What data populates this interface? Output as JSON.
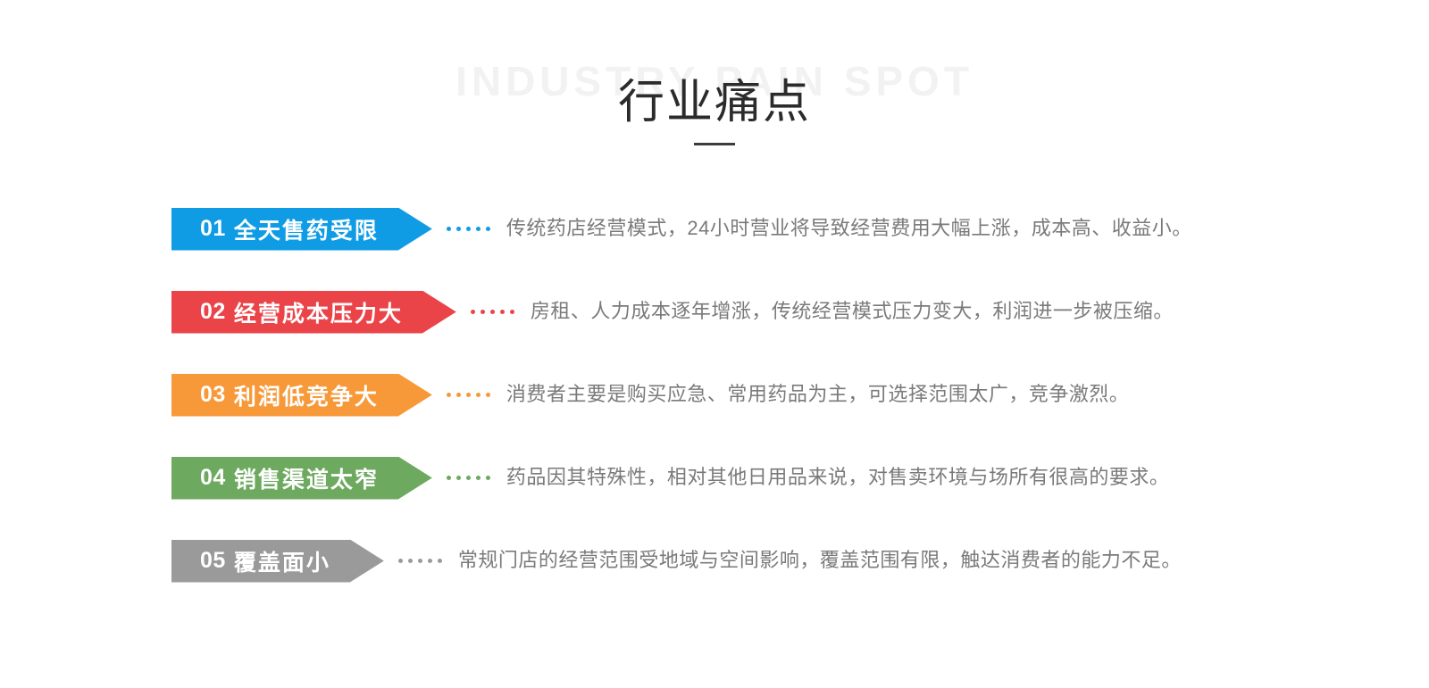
{
  "header": {
    "title_en": "INDUSTRY PAIN SPOT",
    "title_cn": "行业痛点",
    "rule_color": "#3c3c3c",
    "watermark_color": "#f2f2f2"
  },
  "rows": [
    {
      "number": "01",
      "label": "全天售药受限",
      "description": "传统药店经营模式，24小时营业将导致经营费用大幅上涨，成本高、收益小。",
      "color": "#109ce5",
      "dots": 5
    },
    {
      "number": "02",
      "label": "经营成本压力大",
      "description": "房租、人力成本逐年增涨，传统经营模式压力变大，利润进一步被压缩。",
      "color": "#ea4449",
      "dots": 5
    },
    {
      "number": "03",
      "label": "利润低竞争大",
      "description": "消费者主要是购买应急、常用药品为主，可选择范围太广，竞争激烈。",
      "color": "#f79939",
      "dots": 5
    },
    {
      "number": "04",
      "label": "销售渠道太窄",
      "description": "药品因其特殊性，相对其他日用品来说，对售卖环境与场所有很高的要求。",
      "color": "#6da95f",
      "dots": 5
    },
    {
      "number": "05",
      "label": "覆盖面小",
      "description": "常规门店的经营范围受地域与空间影响，覆盖范围有限，触达消费者的能力不足。",
      "color": "#9a9a9a",
      "dots": 5
    }
  ],
  "text_colors": {
    "description": "#7a7a7a",
    "tag_text": "#ffffff",
    "title_cn": "#2b2b2b"
  }
}
